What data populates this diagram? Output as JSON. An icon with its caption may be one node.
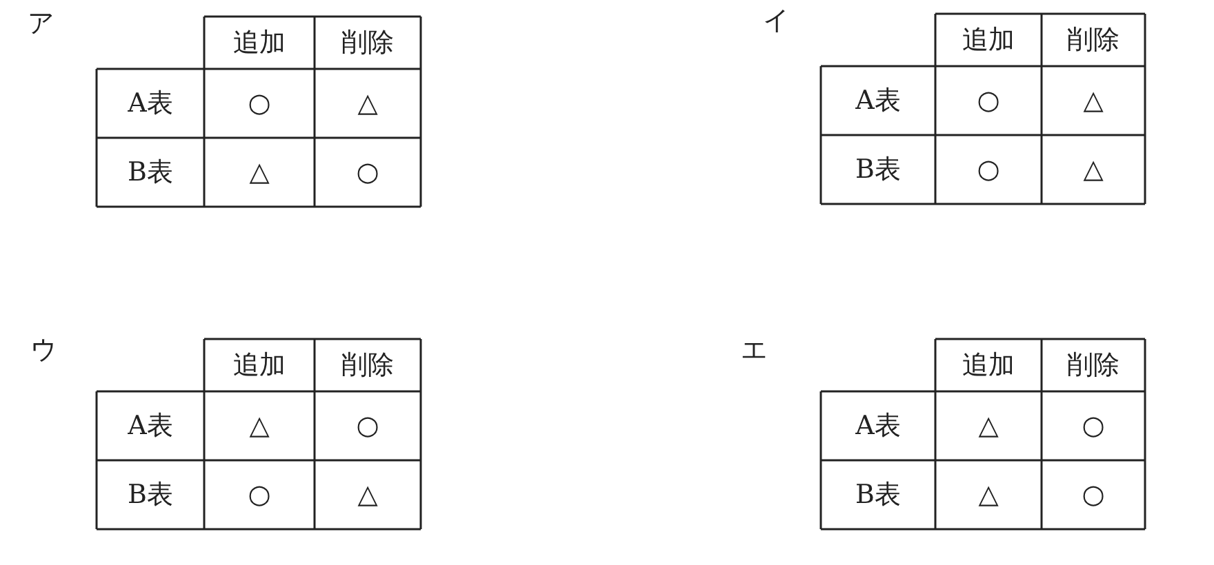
{
  "diagram": {
    "labels": [
      "ア",
      "追加",
      "削除",
      "A表",
      "○",
      "△",
      "B表",
      "△",
      "○",
      "イ",
      "追加",
      "削除",
      "A表",
      "○",
      "△",
      "B表",
      "○",
      "△",
      "ウ",
      "追加",
      "削除",
      "A表",
      "△",
      "○",
      "B表",
      "○",
      "△",
      "エ",
      "追加",
      "削除",
      "A表",
      "△",
      "○",
      "B表",
      "△",
      "○"
    ]
  }
}
